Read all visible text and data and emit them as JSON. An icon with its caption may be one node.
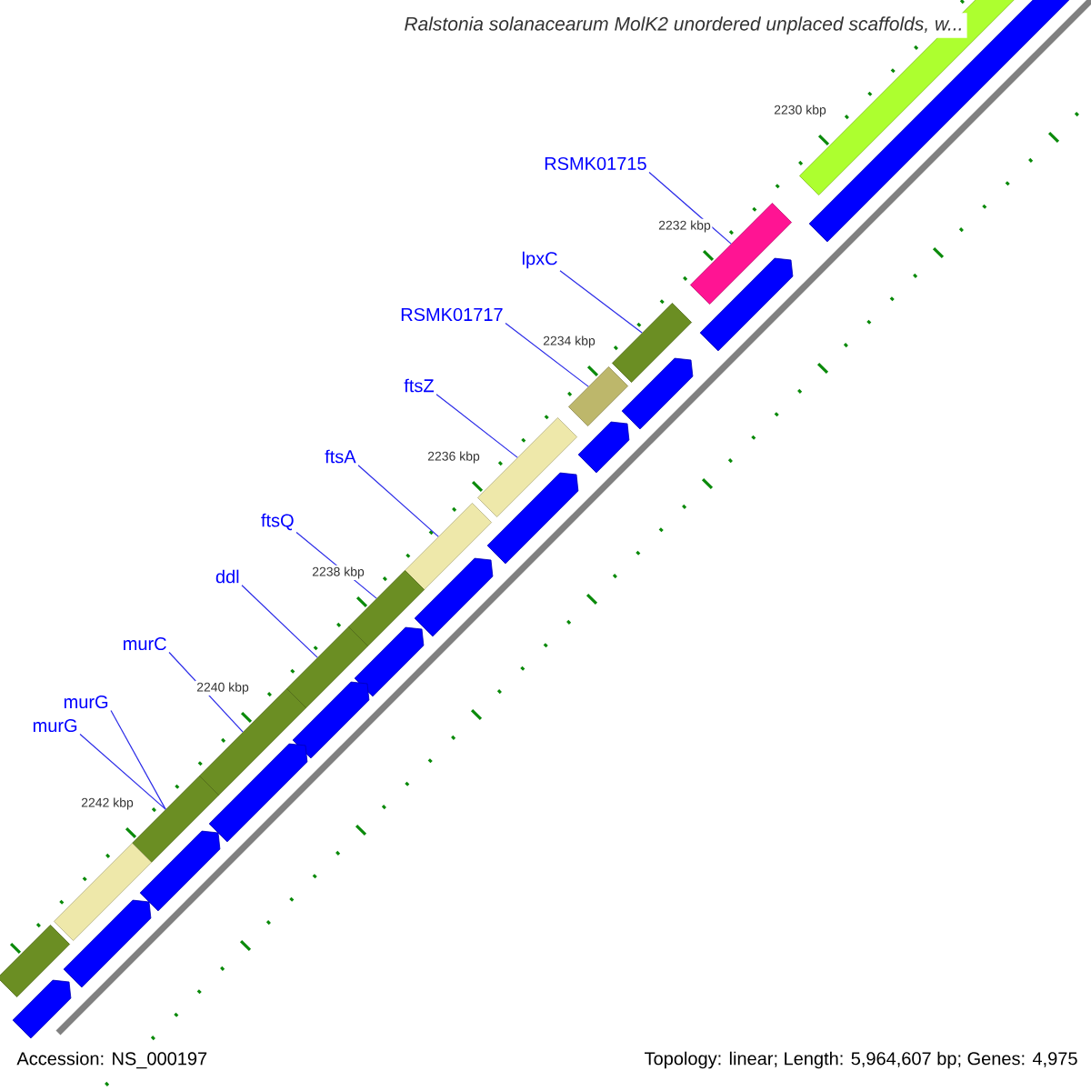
{
  "diagram": {
    "title": "Ralstonia solanacearum MolK2 unordered unplaced scaffolds, w...",
    "nodes": [
      {
        "text": [
          "RSMK01715"
        ]
      },
      {
        "text": [
          "lpxC"
        ]
      },
      {
        "text": [
          "RSMK01717"
        ]
      },
      {
        "text": [
          "ftsZ"
        ]
      },
      {
        "text": [
          "ftsA"
        ]
      },
      {
        "text": [
          "ftsQ"
        ]
      },
      {
        "text": [
          "ddl"
        ]
      },
      {
        "text": [
          "murC"
        ]
      },
      {
        "text": [
          "murG"
        ]
      },
      {
        "text": [
          "murG"
        ]
      },
      {
        "text": [],
        "shape": "bar"
      },
      {
        "text": [],
        "shape": "bar"
      },
      {
        "text": [],
        "shape": "bar"
      },
      {
        "text": [],
        "shape": "bar"
      },
      {
        "text": [],
        "shape": "bar"
      },
      {
        "text": [],
        "shape": "bar"
      },
      {
        "text": [],
        "shape": "bar"
      },
      {
        "text": [],
        "shape": "bar"
      },
      {
        "text": [],
        "shape": "bar"
      },
      {
        "text": [],
        "shape": "bar"
      },
      {
        "text": [],
        "shape": "bar"
      },
      {
        "text": [],
        "shape": "bar"
      }
    ],
    "edges": [
      {
        "from": 0,
        "to": 10,
        "arrow": "none"
      },
      {
        "from": 1,
        "to": 11,
        "arrow": "none"
      },
      {
        "from": 2,
        "to": 12,
        "arrow": "none"
      },
      {
        "from": 3,
        "to": 13,
        "arrow": "none"
      },
      {
        "from": 4,
        "to": 14,
        "arrow": "none"
      },
      {
        "from": 5,
        "to": 15,
        "arrow": "none"
      },
      {
        "from": 6,
        "to": 16,
        "arrow": "none"
      },
      {
        "from": 7,
        "to": 17,
        "arrow": "none"
      },
      {
        "from": 8,
        "to": 18,
        "arrow": "none"
      },
      {
        "from": 9,
        "to": 18,
        "arrow": "none"
      }
    ],
    "labels": [
      "2230 kbp",
      "2232 kbp",
      "2234 kbp",
      "2236 kbp",
      "2238 kbp",
      "2240 kbp",
      "2242 kbp",
      "Accession: NS_000197",
      "Topology: linear; Length: 5,964,607 bp; Genes: 4,975"
    ]
  }
}
